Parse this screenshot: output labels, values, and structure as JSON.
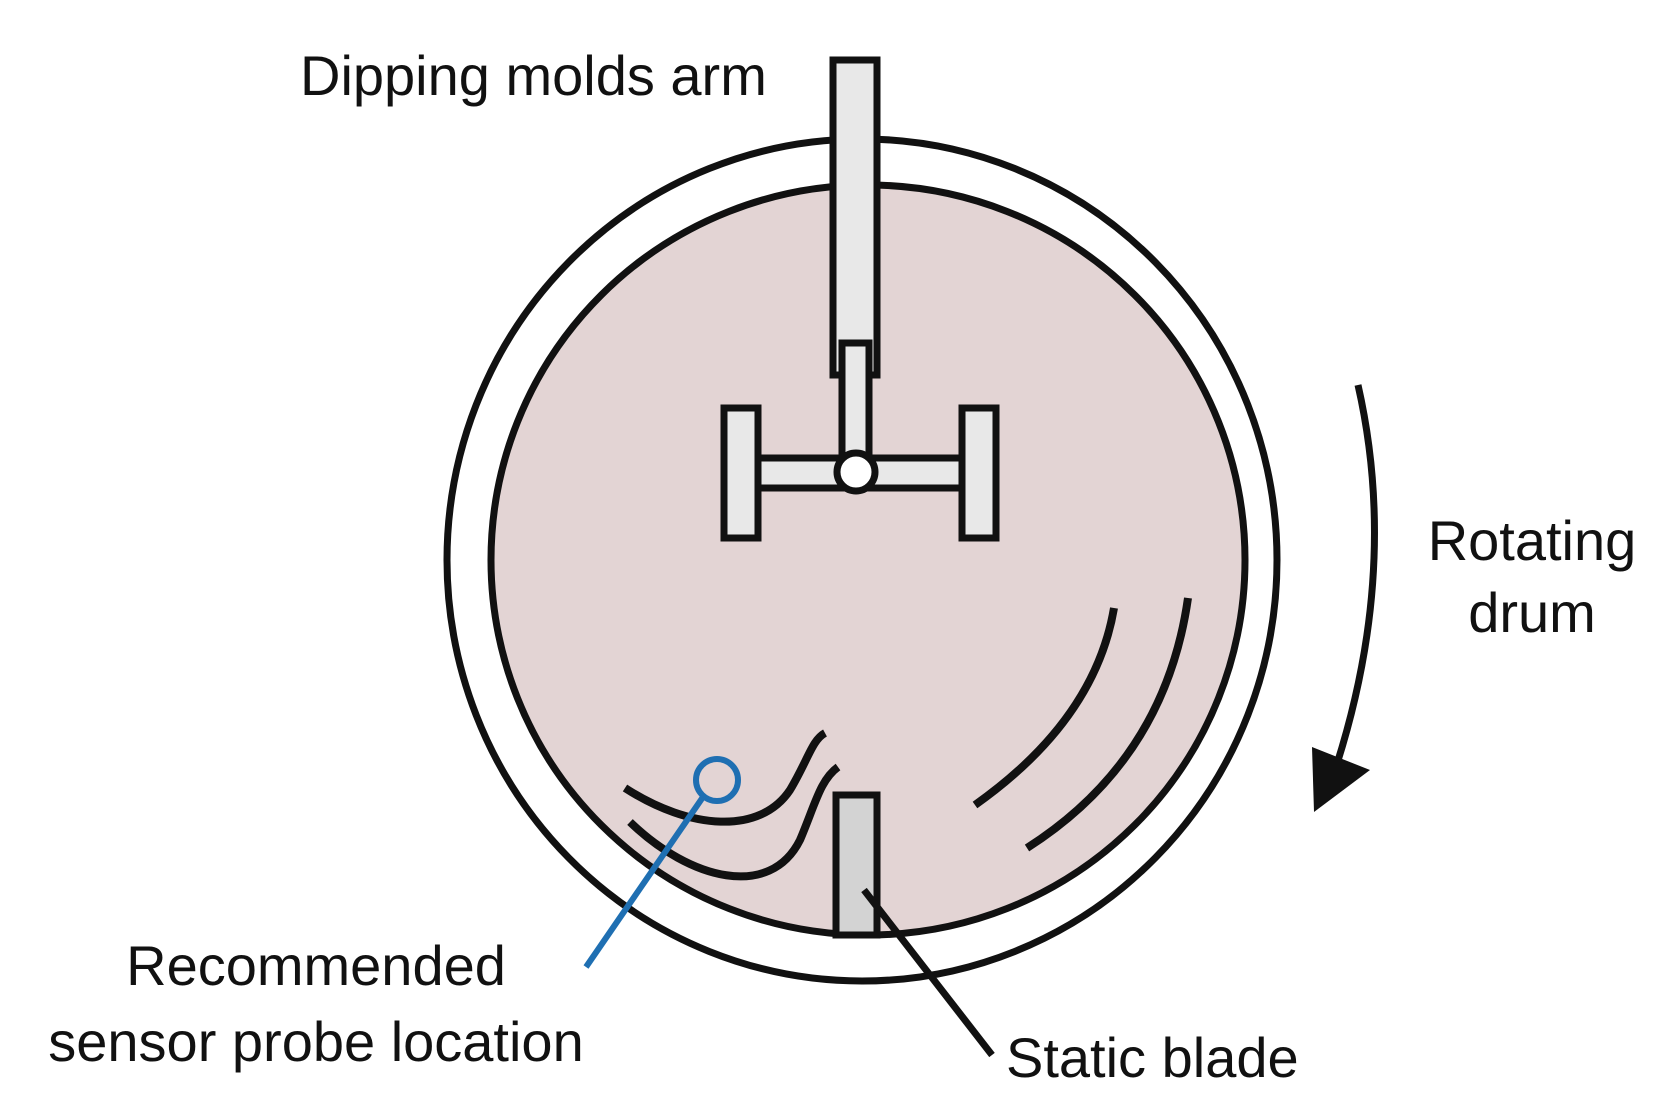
{
  "labels": {
    "arm": "Dipping molds arm",
    "drum_line1": "Rotating",
    "drum_line2": "drum",
    "sensor_line1": "Recommended",
    "sensor_line2": "sensor probe location",
    "blade": "Static blade"
  },
  "colors": {
    "outline": "#111111",
    "drum_fill": "#e3d4d4",
    "arm_fill": "#e8e8e8",
    "blade_fill": "#d3d3d3",
    "sensor": "#1f6fb2",
    "background": "#ffffff"
  }
}
